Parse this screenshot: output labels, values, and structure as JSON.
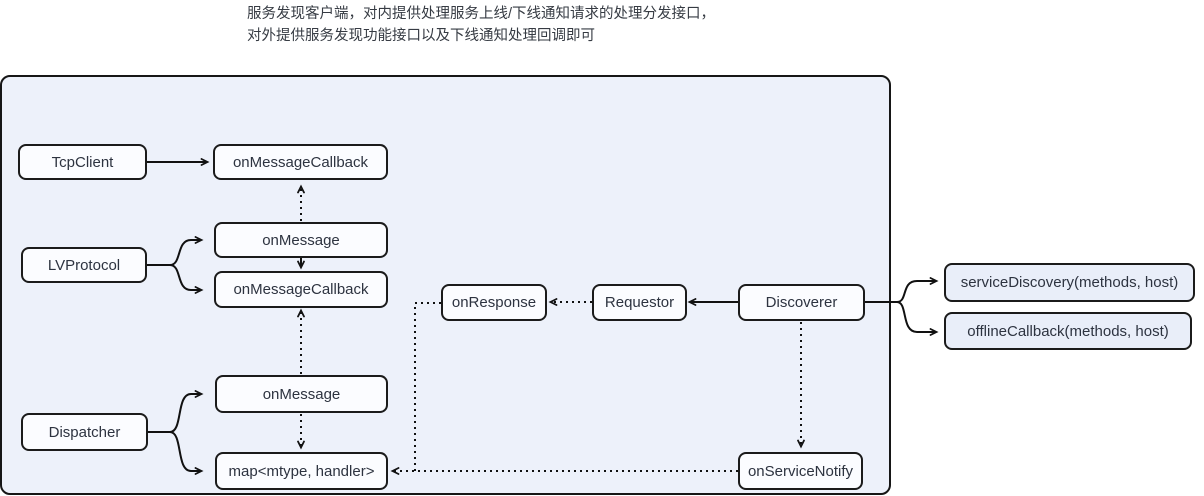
{
  "title": {
    "line1": "服务发现客户端，对内提供处理服务上线/下线通知请求的处理分发接口，",
    "line2": "对外提供服务发现功能接口以及下线通知处理回调即可"
  },
  "nodes": {
    "tcp_client": "TcpClient",
    "on_message_callback_top": "onMessageCallback",
    "lv_protocol": "LVProtocol",
    "lv_on_message": "onMessage",
    "lv_on_message_callback": "onMessageCallback",
    "dispatcher": "Dispatcher",
    "dispatcher_on_message": "onMessage",
    "handler_map": "map<mtype, handler>",
    "on_response": "onResponse",
    "requestor": "Requestor",
    "discoverer": "Discoverer",
    "on_service_notify": "onServiceNotify",
    "service_discovery": "serviceDiscovery(methods, host)",
    "offline_callback": "offlineCallback(methods, host)"
  },
  "edges": [
    {
      "from": "TcpClient",
      "to": "onMessageCallback(top)",
      "style": "solid"
    },
    {
      "from": "LVProtocol",
      "to": "onMessage(LVProtocol)",
      "style": "solid"
    },
    {
      "from": "LVProtocol",
      "to": "onMessageCallback(LVProtocol)",
      "style": "solid"
    },
    {
      "from": "onMessage(LVProtocol)",
      "to": "onMessageCallback(LVProtocol)",
      "style": "solid"
    },
    {
      "from": "onMessage(LVProtocol)",
      "to": "onMessageCallback(top)",
      "style": "dotted"
    },
    {
      "from": "Dispatcher",
      "to": "onMessage(Dispatcher)",
      "style": "solid"
    },
    {
      "from": "Dispatcher",
      "to": "map<mtype, handler>",
      "style": "solid"
    },
    {
      "from": "onMessage(Dispatcher)",
      "to": "onMessageCallback(LVProtocol)",
      "style": "dotted"
    },
    {
      "from": "onMessage(Dispatcher)",
      "to": "map<mtype, handler>",
      "style": "dotted"
    },
    {
      "from": "Discoverer",
      "to": "Requestor",
      "style": "solid"
    },
    {
      "from": "Requestor",
      "to": "onResponse",
      "style": "dotted"
    },
    {
      "from": "onResponse",
      "to": "map<mtype, handler>",
      "style": "dotted"
    },
    {
      "from": "Discoverer",
      "to": "onServiceNotify",
      "style": "dotted"
    },
    {
      "from": "onServiceNotify",
      "to": "map<mtype, handler>",
      "style": "dotted"
    },
    {
      "from": "Discoverer",
      "to": "serviceDiscovery(methods, host)",
      "style": "solid"
    },
    {
      "from": "Discoverer",
      "to": "offlineCallback(methods, host)",
      "style": "solid"
    }
  ],
  "colors": {
    "container_fill": "#edf1fa",
    "node_fill_inner": "#fbfcff",
    "node_fill_outer": "#e9eef9",
    "border": "#161616",
    "text": "#2d3340",
    "line": "#111111"
  }
}
